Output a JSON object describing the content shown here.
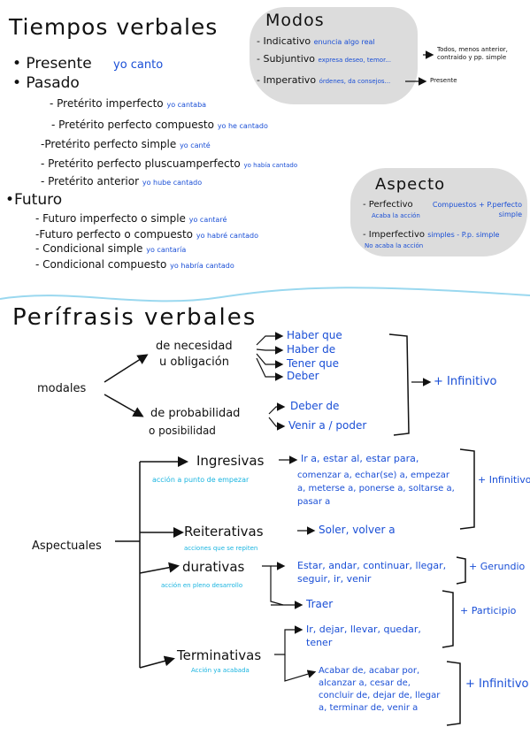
{
  "colors": {
    "ink": "#111111",
    "blue": "#1a4fd6",
    "cyan": "#19b4e0",
    "cloud": "#dcdcdc",
    "divider": "#9ad8ef"
  },
  "tiempos": {
    "title": "Tiempos verbales",
    "presente": {
      "label": "• Presente",
      "example": "yo canto"
    },
    "pasado": {
      "label": "• Pasado",
      "items": [
        {
          "label": "- Pretérito imperfecto",
          "example": "yo cantaba"
        },
        {
          "label": "- Pretérito perfecto compuesto",
          "example": "yo he cantado"
        },
        {
          "label": "-Pretérito perfecto simple",
          "example": "yo canté"
        },
        {
          "label": "- Pretérito perfecto pluscuamperfecto",
          "example": "yo había cantado"
        },
        {
          "label": "- Pretérito anterior",
          "example": "yo hube cantado"
        }
      ]
    },
    "futuro": {
      "label": "•Futuro",
      "items": [
        {
          "label": "- Futuro imperfecto o simple",
          "example": "yo cantaré"
        },
        {
          "label": "-Futuro perfecto o compuesto",
          "example": "yo habré cantado"
        },
        {
          "label": "- Condicional simple",
          "example": "yo cantaría"
        },
        {
          "label": "- Condicional compuesto",
          "example": "yo habría cantado"
        }
      ]
    }
  },
  "modos": {
    "title": "Modos",
    "items": [
      {
        "label": "- Indicativo",
        "example": "enuncia algo real"
      },
      {
        "label": "- Subjuntivo",
        "example": "expresa deseo, temor..."
      },
      {
        "label": "- Imperativo",
        "example": "órdenes, da consejos..."
      }
    ],
    "notes": [
      "Todos, menos anterior, contraido y pp. simple",
      "Presente"
    ]
  },
  "aspecto": {
    "title": "Aspecto",
    "items": [
      {
        "label": "- Perfectivo",
        "example": "Compuestos + P.perfecto simple",
        "sub": "Acaba la acción"
      },
      {
        "label": "- Imperfectivo",
        "example": "simples - P.p. simple",
        "sub": "No acaba la acción"
      }
    ]
  },
  "perifrasis": {
    "title": "Perífrasis verbales",
    "modales": {
      "label": "modales",
      "necesidad": {
        "label_1": "de necesidad",
        "label_2": "u obligación",
        "items": [
          "Haber que",
          "Haber de",
          "Tener que",
          "Deber"
        ]
      },
      "probabilidad": {
        "label_1": "de probabilidad",
        "label_2": "o posibilidad",
        "items": [
          "Deber de",
          "Venir a / poder"
        ]
      },
      "result": "+ Infinitivo"
    },
    "aspectuales": {
      "label": "Aspectuales",
      "ingresivas": {
        "label": "Ingresivas",
        "note": "acción a punto de empezar",
        "line1": "Ir a, estar al, estar para,",
        "more": "comenzar a, echar(se) a, empezar a, meterse a, ponerse a, soltarse a, pasar a",
        "result": "+ Infinitivo"
      },
      "reiterativas": {
        "label": "Reiterativas",
        "note": "acciones que se repiten",
        "items": "Soler, volver a"
      },
      "durativas": {
        "label": "durativas",
        "note": "acción en pleno desarrollo",
        "items": "Estar, andar, continuar, llegar, seguir, ir, venir",
        "gerundio": "+ Gerundio",
        "traer": "Traer",
        "participio": "+ Participio"
      },
      "terminativas": {
        "label": "Terminativas",
        "note": "Acción ya acabada",
        "items": "Ir, dejar, llevar, quedar, tener",
        "more": "Acabar de, acabar por, alcanzar a, cesar de, concluir de, dejar de, llegar a, terminar de, venir a",
        "result": "+ Infinitivo"
      }
    }
  }
}
